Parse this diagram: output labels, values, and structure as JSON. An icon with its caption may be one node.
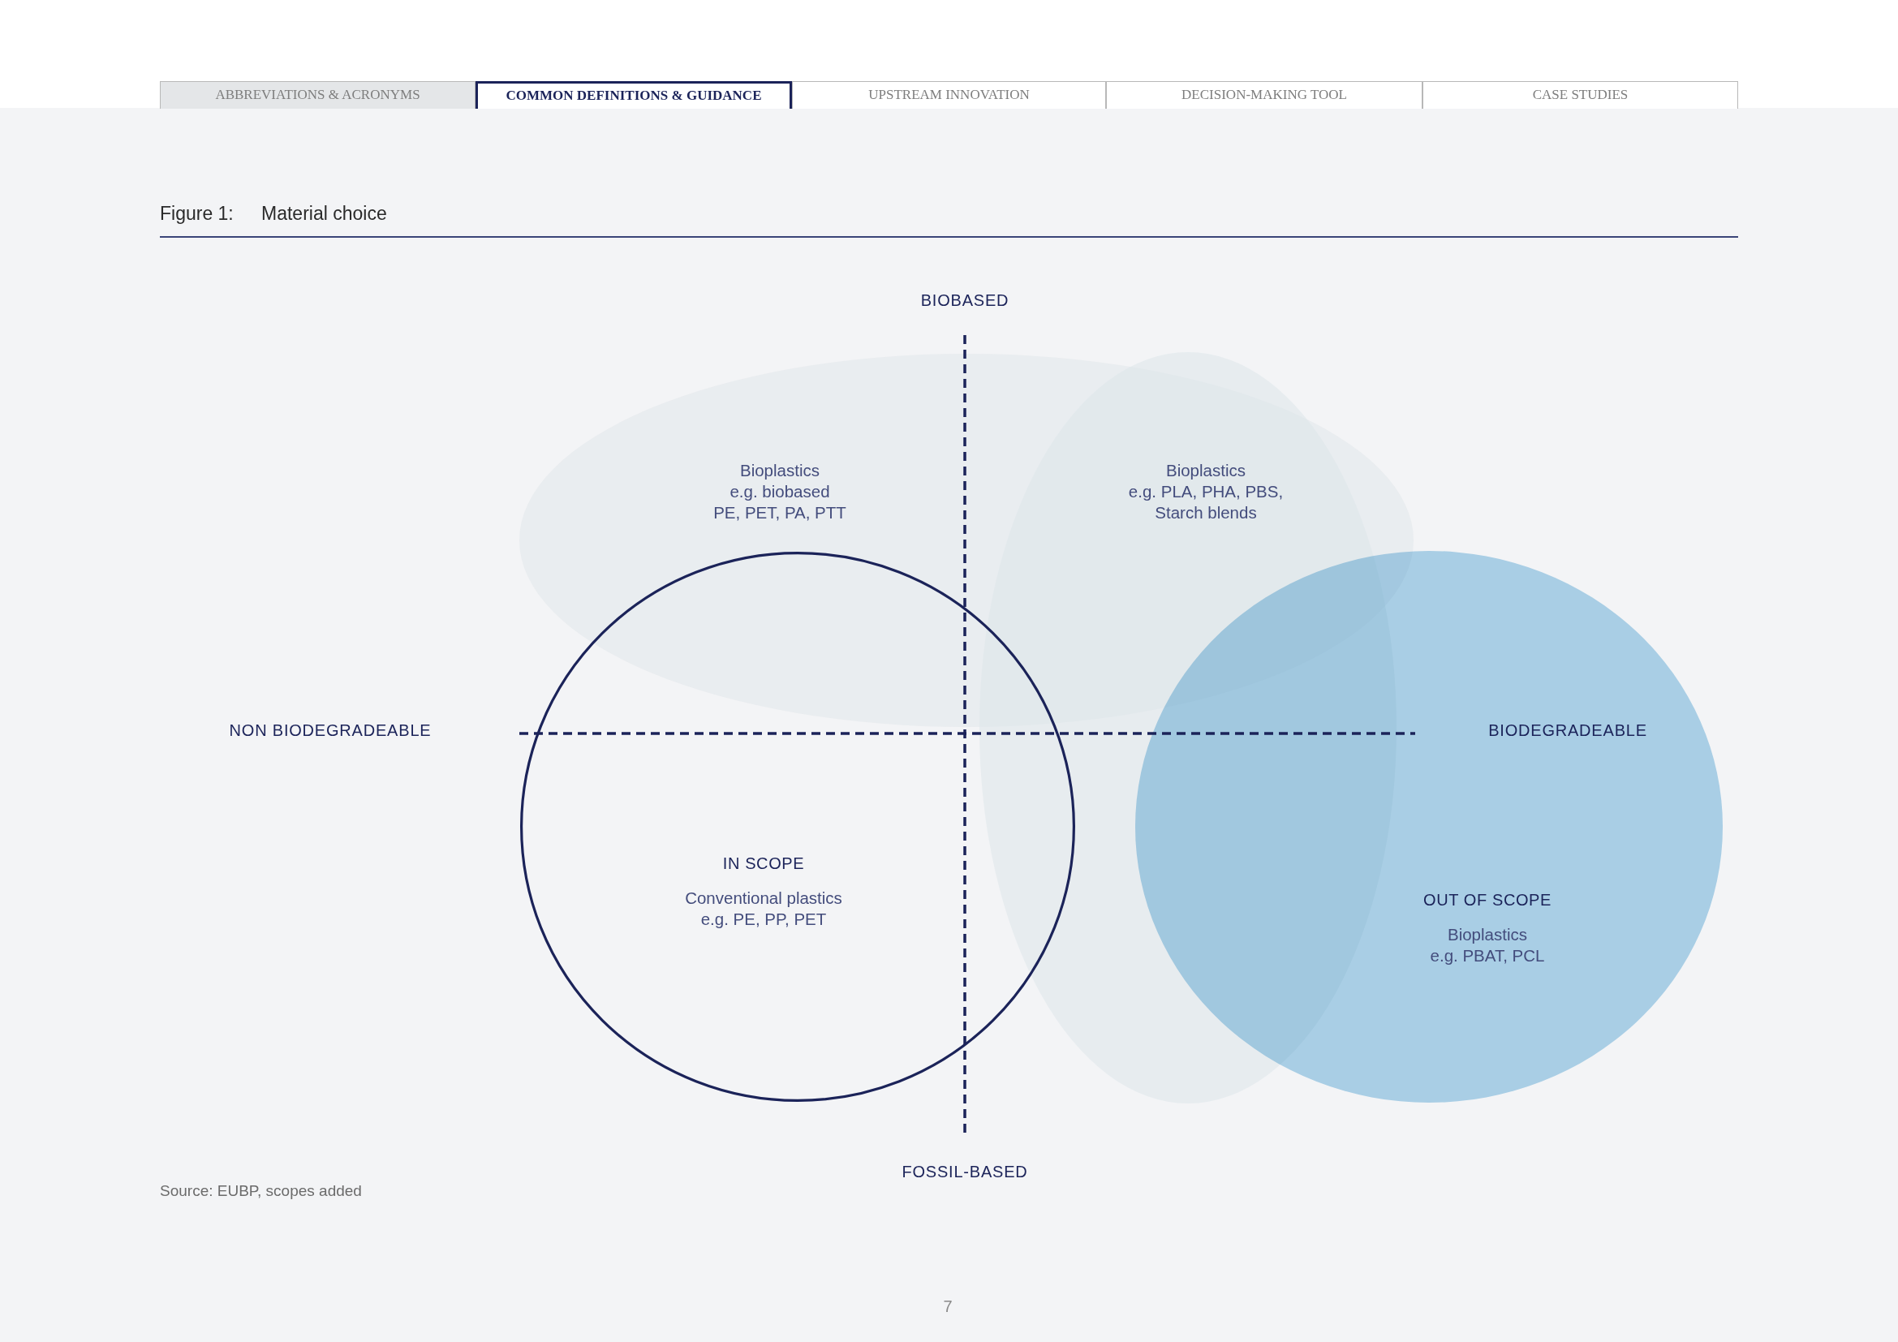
{
  "diagram": {
    "title": "Material choice",
    "nodes": [
      {
        "text": [
          "Bioplastics e.g. biobased PE, PET, PA, PTT"
        ]
      },
      {
        "text": [
          "Bioplastics e.g. PLA, PHA, PBS, Starch blends"
        ]
      },
      {
        "text": [
          "IN SCOPE",
          "Conventional plastics e.g. PE, PP, PET"
        ]
      },
      {
        "text": [
          "OUT OF SCOPE",
          "Bioplastics e.g. PBAT, PCL"
        ]
      }
    ],
    "labels": [
      "ABBREVIATIONS & ACRONYMS",
      "COMMON DEFINITIONS & GUIDANCE",
      "UPSTREAM INNOVATION",
      "DECISION-MAKING TOOL",
      "CASE STUDIES",
      "Figure 1:",
      "BIOBASED",
      "NON BIODEGRADEABLE",
      "BIODEGRADEABLE",
      "FOSSIL-BASED",
      "Source: EUBP, scopes added",
      "7"
    ]
  }
}
